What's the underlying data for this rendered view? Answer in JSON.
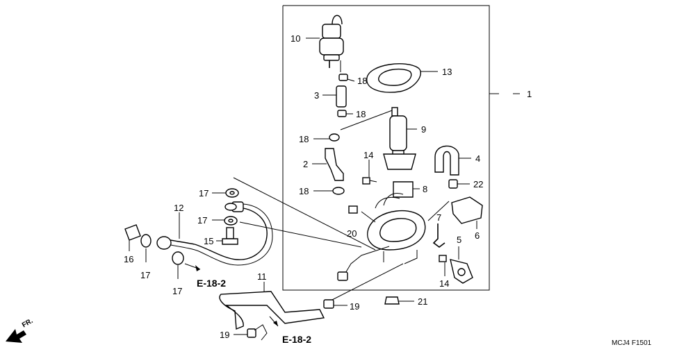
{
  "labels": {
    "p1": "1",
    "p2": "2",
    "p3": "3",
    "p4": "4",
    "p5": "5",
    "p6": "6",
    "p7": "7",
    "p8": "8",
    "p9": "9",
    "p10": "10",
    "p11": "11",
    "p12": "12",
    "p13": "13",
    "p14a": "14",
    "p14b": "14",
    "p15": "15",
    "p16": "16",
    "p17a": "17",
    "p17b": "17",
    "p17c": "17",
    "p17d": "17",
    "p18a": "18",
    "p18b": "18",
    "p18c": "18",
    "p18d": "18",
    "p19a": "19",
    "p19b": "19",
    "p20": "20",
    "p21": "21",
    "p22": "22"
  },
  "references": {
    "ref_a": "E-18-2",
    "ref_b": "E-18-2"
  },
  "direction": "FR.",
  "diagram_code": "MCJ4  F1501"
}
